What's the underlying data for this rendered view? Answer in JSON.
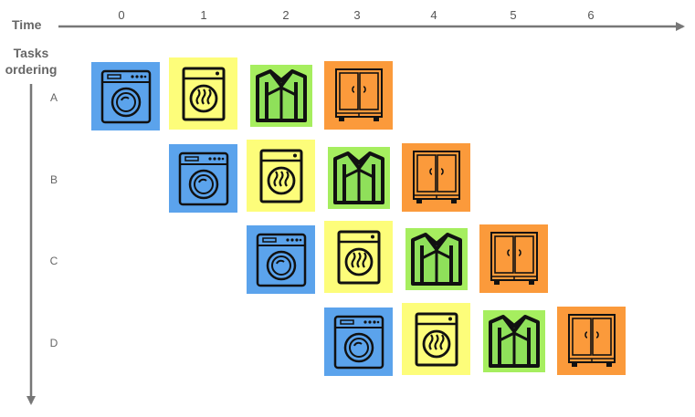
{
  "axis": {
    "x_title": "Time",
    "y_title_line1": "Tasks",
    "y_title_line2": "ordering",
    "ticks": [
      "0",
      "1",
      "2",
      "3",
      "4",
      "5",
      "6"
    ],
    "rows": [
      "A",
      "B",
      "C",
      "D"
    ]
  },
  "steps": [
    {
      "name": "washer",
      "color": "#5ba3ec",
      "icon": "washing-machine-icon"
    },
    {
      "name": "dryer",
      "color": "#fdfd7a",
      "icon": "dryer-icon"
    },
    {
      "name": "fold",
      "color": "#a6ee5f",
      "icon": "shirt-icon"
    },
    {
      "name": "wardrobe",
      "color": "#fb9a3b",
      "icon": "wardrobe-icon"
    }
  ],
  "pipeline": [
    {
      "row": "A",
      "start": 0
    },
    {
      "row": "B",
      "start": 1
    },
    {
      "row": "C",
      "start": 2
    },
    {
      "row": "D",
      "start": 3
    }
  ]
}
